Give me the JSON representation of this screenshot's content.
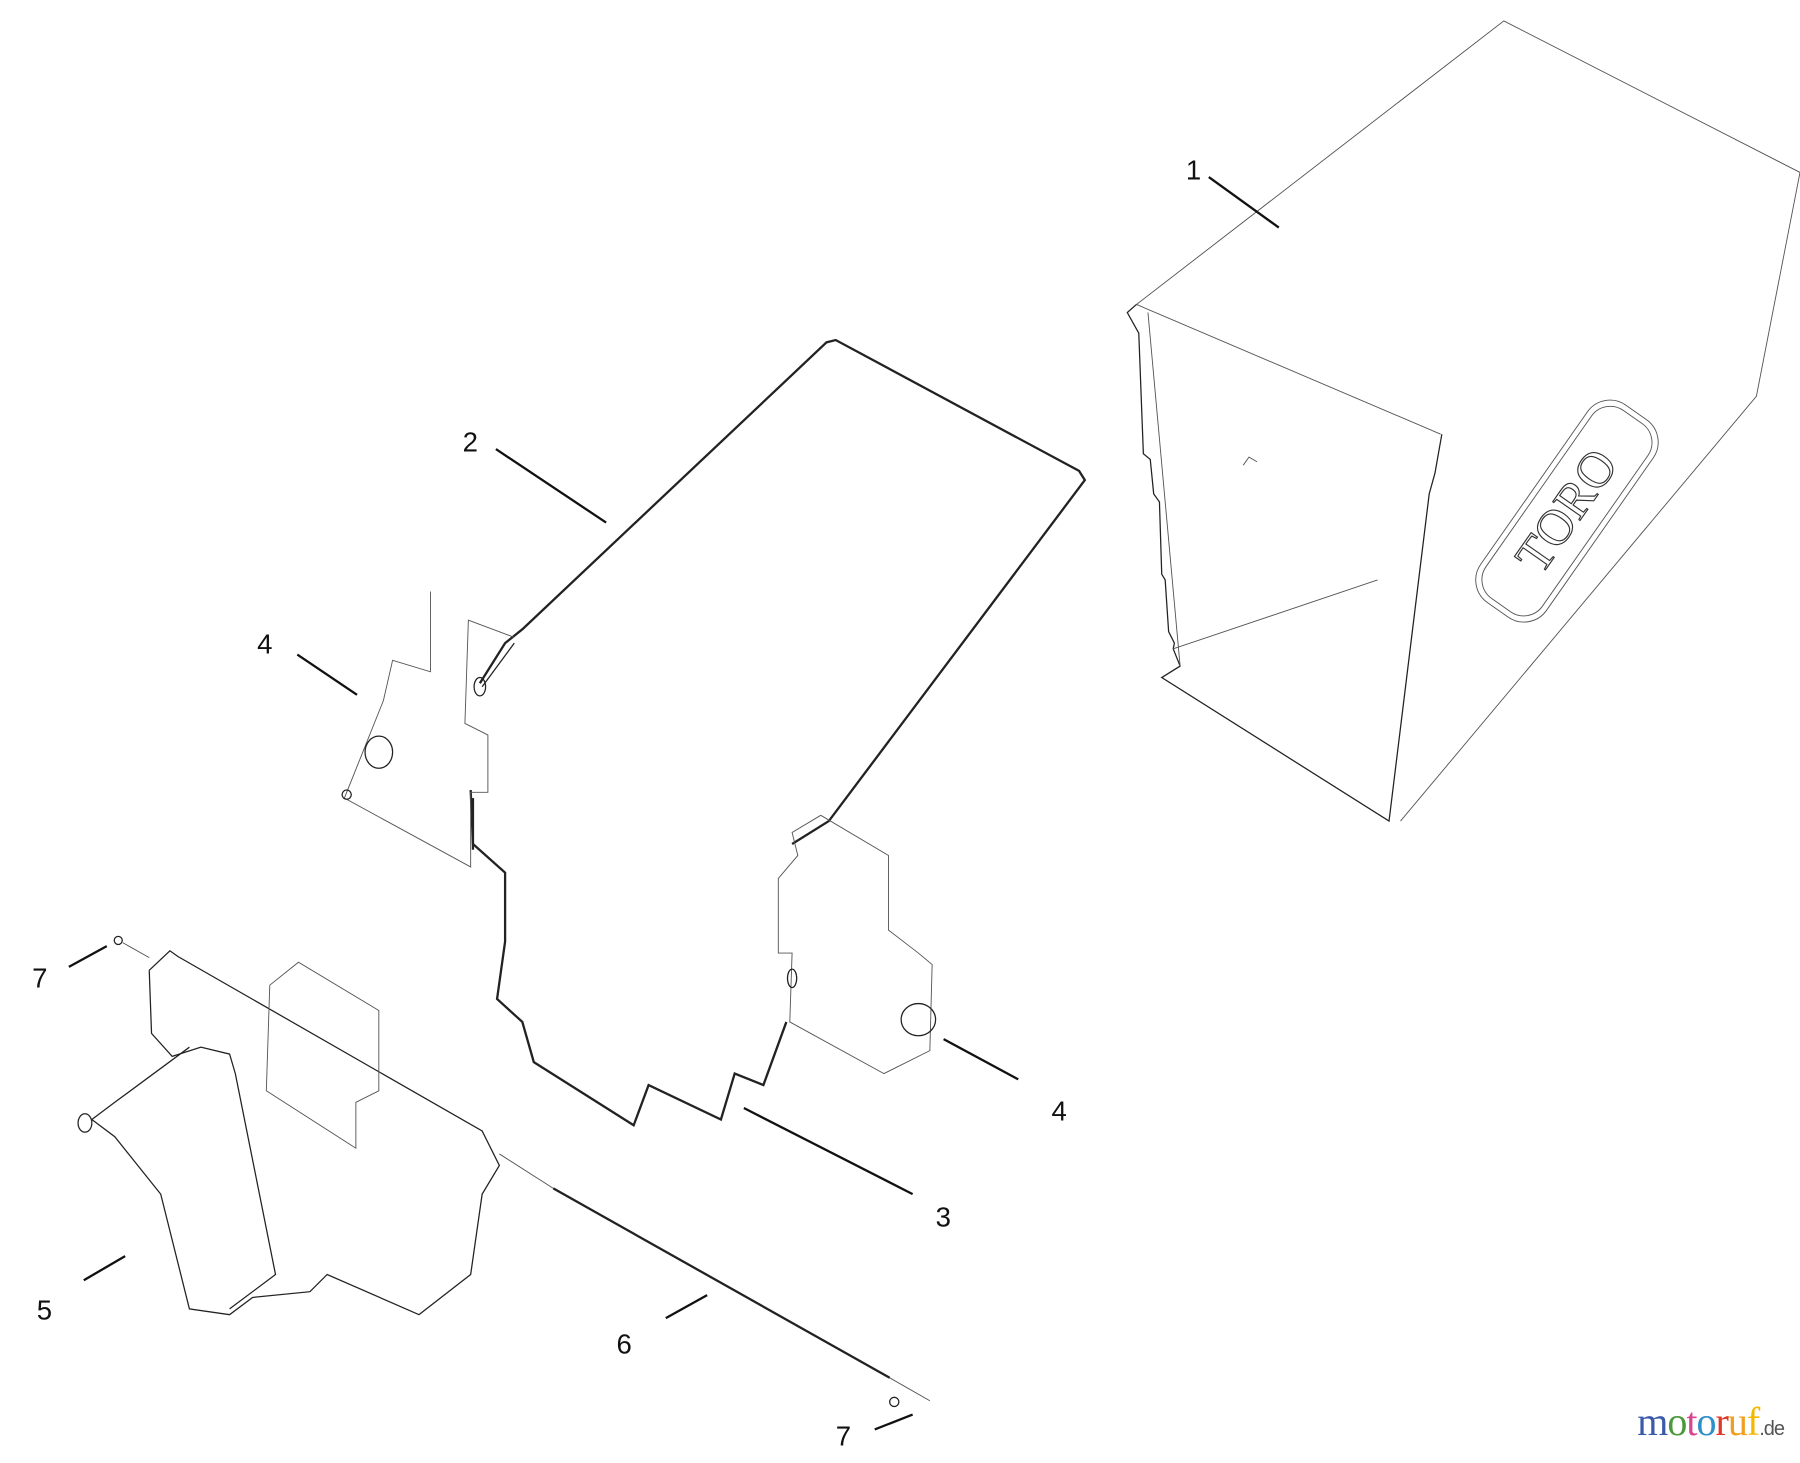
{
  "diagram": {
    "callouts": [
      {
        "id": "1",
        "label": "1"
      },
      {
        "id": "2",
        "label": "2"
      },
      {
        "id": "3",
        "label": "3"
      },
      {
        "id": "4a",
        "label": "4"
      },
      {
        "id": "4b",
        "label": "4"
      },
      {
        "id": "5",
        "label": "5"
      },
      {
        "id": "6",
        "label": "6"
      },
      {
        "id": "7a",
        "label": "7"
      },
      {
        "id": "7b",
        "label": "7"
      }
    ],
    "bag_logo": "TORO",
    "watermark": {
      "letters": [
        {
          "ch": "m",
          "color": "#3b5ba9"
        },
        {
          "ch": "o",
          "color": "#4a9a3c"
        },
        {
          "ch": "t",
          "color": "#d9468f"
        },
        {
          "ch": "o",
          "color": "#2f8fc9"
        },
        {
          "ch": "r",
          "color": "#e0392b"
        },
        {
          "ch": "u",
          "color": "#f0a020"
        },
        {
          "ch": "f",
          "color": "#f5b800"
        }
      ],
      "suffix": ".de"
    }
  }
}
